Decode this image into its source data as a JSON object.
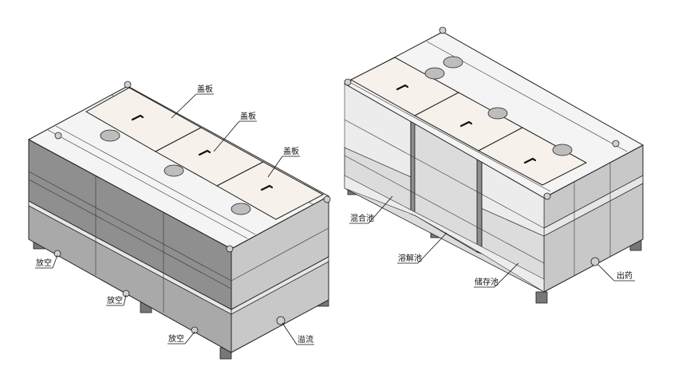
{
  "left_view": {
    "labels": {
      "lid_1": "盖板",
      "lid_2": "盖板",
      "lid_3": "盖板",
      "drain_1": "放空",
      "drain_2": "放空",
      "drain_3": "放空",
      "overflow": "溢流"
    }
  },
  "right_view": {
    "labels": {
      "mixing_tank": "混合池",
      "dissolving_tank": "溶解池",
      "storage_tank": "储存池",
      "outlet": "出药"
    }
  }
}
